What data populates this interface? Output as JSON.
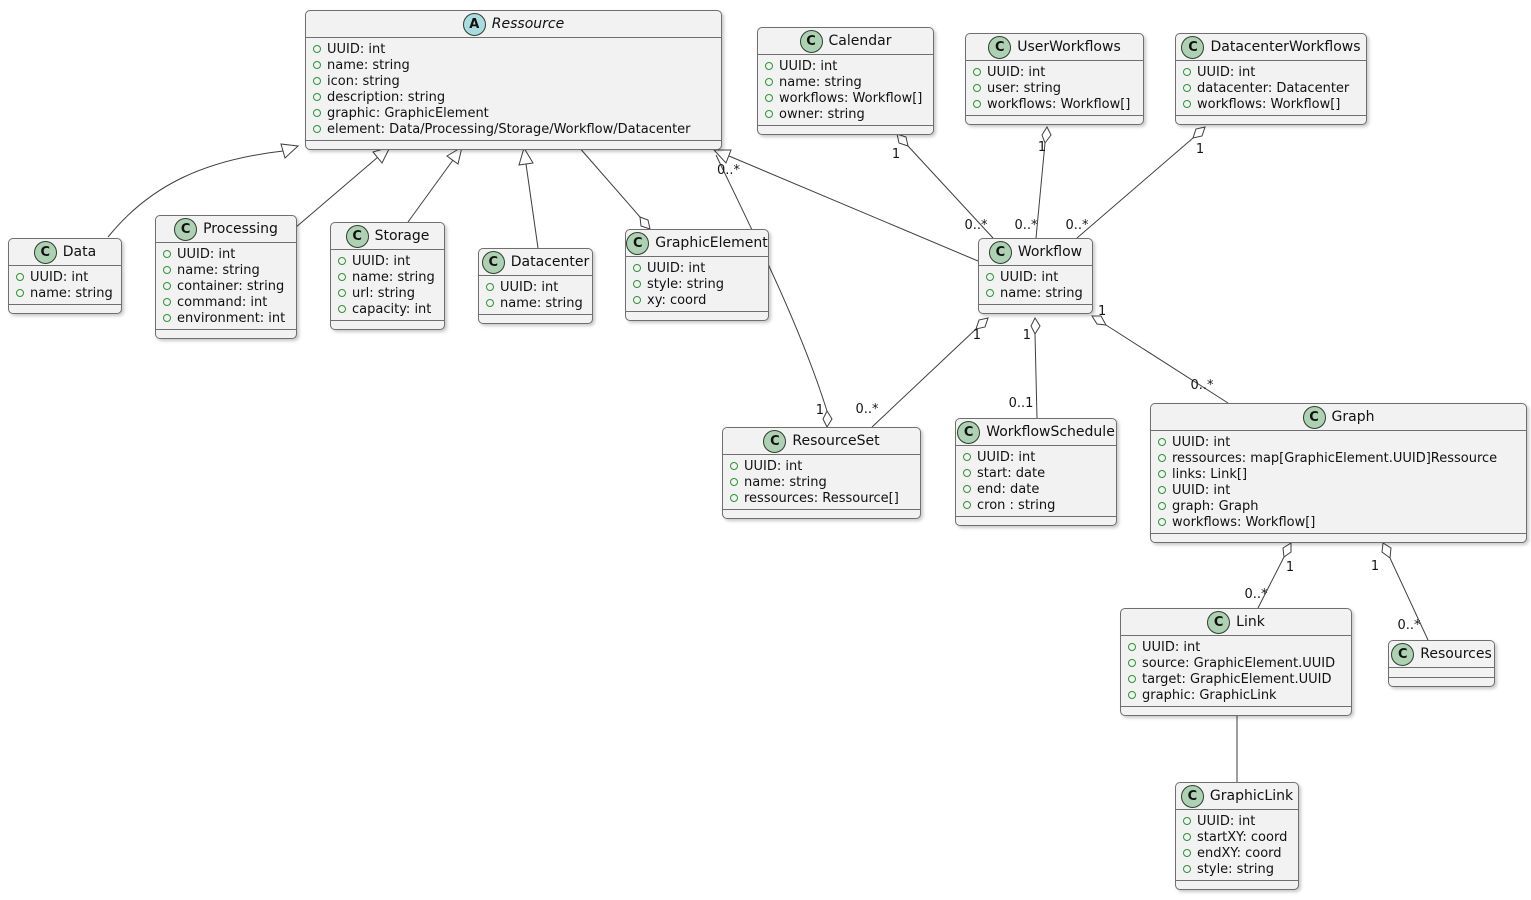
{
  "colors": {
    "background": "#ffffff",
    "box_fill": "#f2f2f2",
    "box_border": "#6f6f6f",
    "class_circle_fill": "#ADD1B2",
    "class_circle_border": "#2d3d30",
    "abstract_circle_fill": "#A9DCDF",
    "field_marker": "#2e9437",
    "edge": "#3f3f3f",
    "label": "#151515"
  },
  "classes": {
    "ressource": {
      "badge": "A",
      "abstract": true,
      "name": "Ressource",
      "attributes": [
        "UUID: int",
        "name: string",
        "icon: string",
        "description: string",
        "graphic: GraphicElement",
        "element: Data/Processing/Storage/Workflow/Datacenter"
      ]
    },
    "calendar": {
      "badge": "C",
      "name": "Calendar",
      "attributes": [
        "UUID: int",
        "name: string",
        "workflows: Workflow[]",
        "owner: string"
      ]
    },
    "userWorkflows": {
      "badge": "C",
      "name": "UserWorkflows",
      "attributes": [
        "UUID: int",
        "user: string",
        "workflows: Workflow[]"
      ]
    },
    "datacenterWorkflows": {
      "badge": "C",
      "name": "DatacenterWorkflows",
      "attributes": [
        "UUID: int",
        "datacenter: Datacenter",
        "workflows: Workflow[]"
      ]
    },
    "data": {
      "badge": "C",
      "name": "Data",
      "attributes": [
        "UUID: int",
        "name: string"
      ]
    },
    "processing": {
      "badge": "C",
      "name": "Processing",
      "attributes": [
        "UUID: int",
        "name: string",
        "container: string",
        "command: int",
        "environment: int"
      ]
    },
    "storage": {
      "badge": "C",
      "name": "Storage",
      "attributes": [
        "UUID: int",
        "name: string",
        "url: string",
        "capacity: int"
      ]
    },
    "datacenter": {
      "badge": "C",
      "name": "Datacenter",
      "attributes": [
        "UUID: int",
        "name: string"
      ]
    },
    "graphicElement": {
      "badge": "C",
      "name": "GraphicElement",
      "attributes": [
        "UUID: int",
        "style: string",
        "xy: coord"
      ]
    },
    "workflow": {
      "badge": "C",
      "name": "Workflow",
      "attributes": [
        "UUID: int",
        "name: string"
      ]
    },
    "resourceSet": {
      "badge": "C",
      "name": "ResourceSet",
      "attributes": [
        "UUID: int",
        "name: string",
        "ressources: Ressource[]"
      ]
    },
    "workflowSchedule": {
      "badge": "C",
      "name": "WorkflowSchedule",
      "attributes": [
        "UUID: int",
        "start: date",
        "end: date",
        "cron : string"
      ]
    },
    "graph": {
      "badge": "C",
      "name": "Graph",
      "attributes": [
        "UUID: int",
        "ressources: map[GraphicElement.UUID]Ressource",
        "links: Link[]",
        "UUID: int",
        "graph: Graph",
        "workflows: Workflow[]"
      ]
    },
    "link": {
      "badge": "C",
      "name": "Link",
      "attributes": [
        "UUID: int",
        "source: GraphicElement.UUID",
        "target: GraphicElement.UUID",
        "graphic: GraphicLink"
      ]
    },
    "resources": {
      "badge": "C",
      "name": "Resources",
      "attributes": []
    },
    "graphicLink": {
      "badge": "C",
      "name": "GraphicLink",
      "attributes": [
        "UUID: int",
        "startXY: coord",
        "endXY: coord",
        "style: string"
      ]
    }
  },
  "edges": [
    {
      "name": "data-extends-ressource",
      "type": "generalization",
      "from": "Data",
      "to": "Ressource"
    },
    {
      "name": "processing-extends-ressource",
      "type": "generalization",
      "from": "Processing",
      "to": "Ressource"
    },
    {
      "name": "storage-extends-ressource",
      "type": "generalization",
      "from": "Storage",
      "to": "Ressource"
    },
    {
      "name": "datacenter-extends-ressource",
      "type": "generalization",
      "from": "Datacenter",
      "to": "Ressource"
    },
    {
      "name": "workflow-extends-ressource",
      "type": "generalization",
      "from": "Workflow",
      "to": "Ressource"
    },
    {
      "name": "calendar-aggregates-workflow",
      "type": "aggregation",
      "from": "Calendar",
      "to": "Workflow",
      "fromLabel": "1",
      "toLabel": "0..*"
    },
    {
      "name": "userworkflows-aggregates-workflow",
      "type": "aggregation",
      "from": "UserWorkflows",
      "to": "Workflow",
      "fromLabel": "1",
      "toLabel": "0..*"
    },
    {
      "name": "datacenterworkflows-aggregates-workflow",
      "type": "aggregation",
      "from": "DatacenterWorkflows",
      "to": "Workflow",
      "fromLabel": "1",
      "toLabel": "0..*"
    },
    {
      "name": "graphicelement-aggregates-ressource",
      "type": "aggregation",
      "from": "GraphicElement",
      "to": "Ressource"
    },
    {
      "name": "resourceset-aggregates-ressource",
      "type": "aggregation",
      "from": "ResourceSet",
      "to": "Ressource",
      "fromLabel": "1",
      "toLabel": "0..*"
    },
    {
      "name": "workflow-aggregates-resourceset",
      "type": "aggregation",
      "from": "Workflow",
      "to": "ResourceSet",
      "fromLabel": "1",
      "toLabel": "0..*"
    },
    {
      "name": "workflow-aggregates-workflowschedule",
      "type": "aggregation",
      "from": "Workflow",
      "to": "WorkflowSchedule",
      "fromLabel": "1",
      "toLabel": "0..1"
    },
    {
      "name": "workflow-aggregates-graph",
      "type": "aggregation",
      "from": "Workflow",
      "to": "Graph",
      "fromLabel": "1",
      "toLabel": "0..*"
    },
    {
      "name": "graph-aggregates-link",
      "type": "aggregation",
      "from": "Graph",
      "to": "Link",
      "fromLabel": "1",
      "toLabel": "0..*"
    },
    {
      "name": "graph-aggregates-resources",
      "type": "aggregation",
      "from": "Graph",
      "to": "Resources",
      "fromLabel": "1",
      "toLabel": "0..*"
    },
    {
      "name": "link-graphiclink",
      "type": "association",
      "from": "Link",
      "to": "GraphicLink"
    }
  ]
}
